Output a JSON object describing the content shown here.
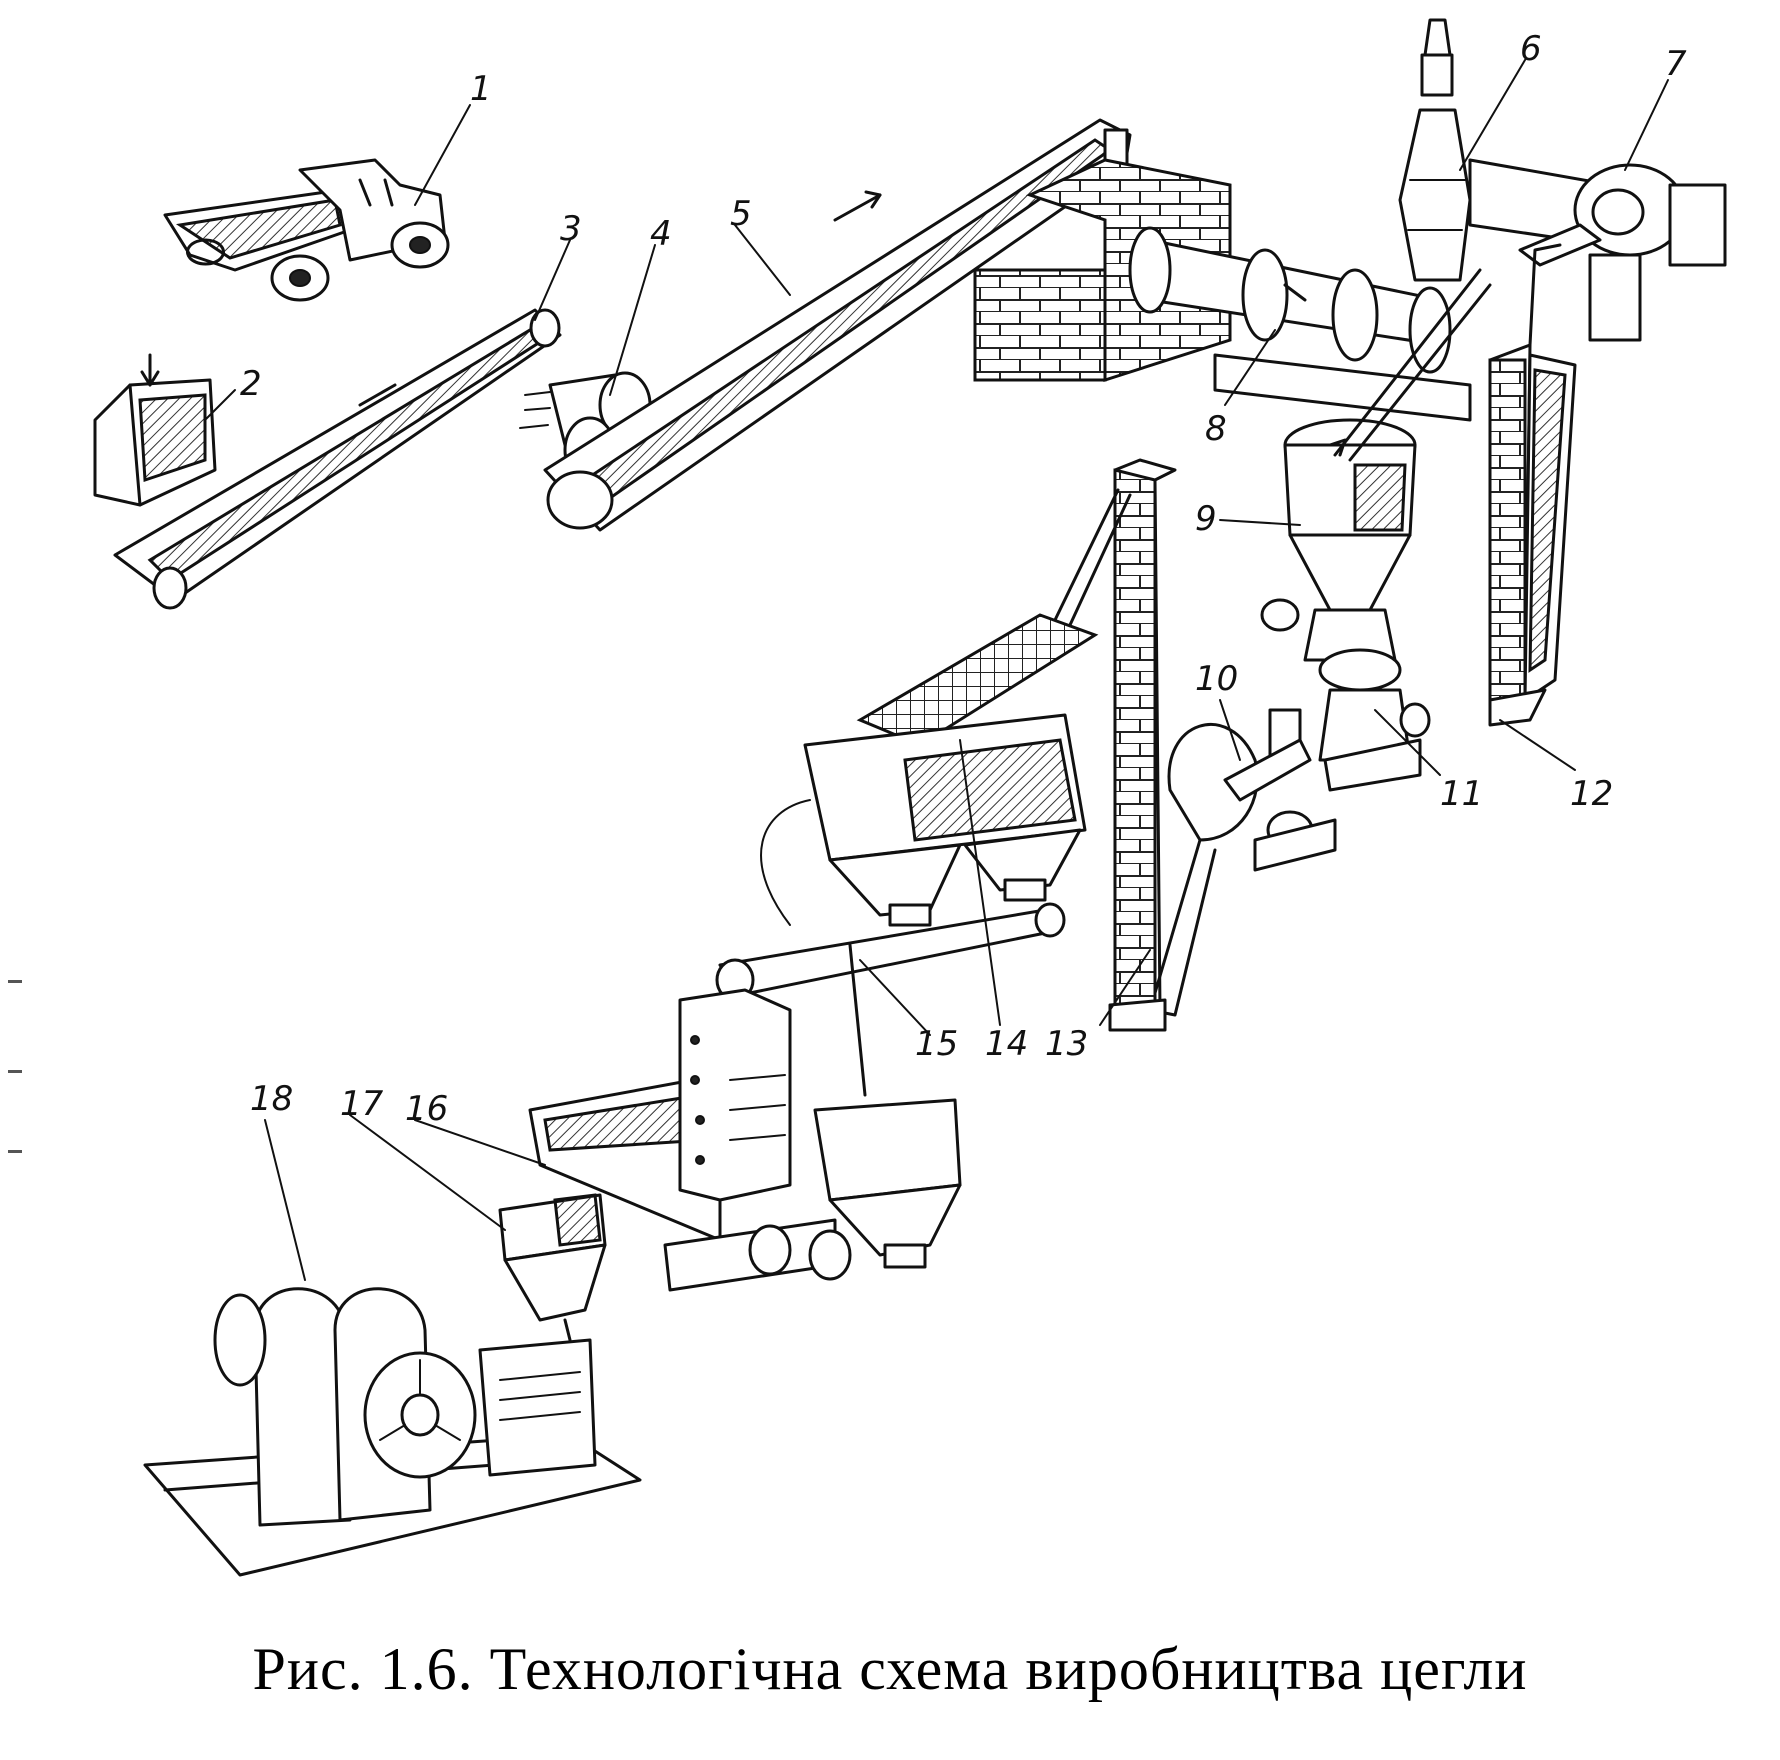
{
  "caption": "Рис. 1.6. Технологічна схема виробництва цегли",
  "callouts": [
    "1",
    "2",
    "3",
    "4",
    "5",
    "6",
    "7",
    "8",
    "9",
    "10",
    "11",
    "12",
    "13",
    "14",
    "15",
    "16",
    "17",
    "18"
  ]
}
